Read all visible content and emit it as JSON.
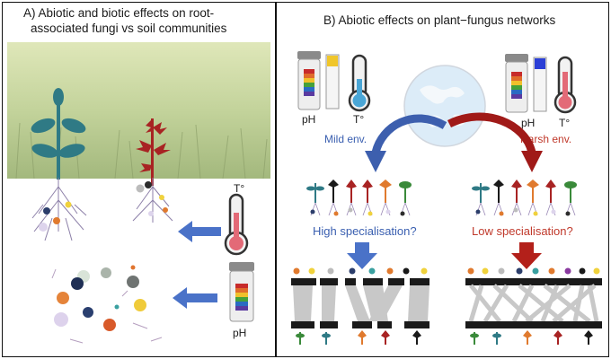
{
  "panel_a": {
    "title_line1": "A) Abiotic and biotic effects on root-",
    "title_line2": "associated fungi vs soil communities",
    "temp_label": "T°",
    "ph_label": "pH"
  },
  "panel_b": {
    "title": "B) Abiotic effects on plant−fungus networks",
    "mild_ph_label": "pH",
    "mild_temp_label": "T°",
    "harsh_ph_label": "pH",
    "harsh_temp_label": "T°",
    "mild_env": "Mild env.",
    "harsh_env": "Harsh env.",
    "high_spec": "High specialisation?",
    "low_spec": "Low specialisation?"
  },
  "colors": {
    "mild_blue": "#3a5fb0",
    "harsh_red": "#c0392b",
    "arrow_blue": "#4a72c8",
    "arrow_red": "#b3201a",
    "network_black": "#1a1a1a",
    "network_grey": "#c8c8c8"
  }
}
